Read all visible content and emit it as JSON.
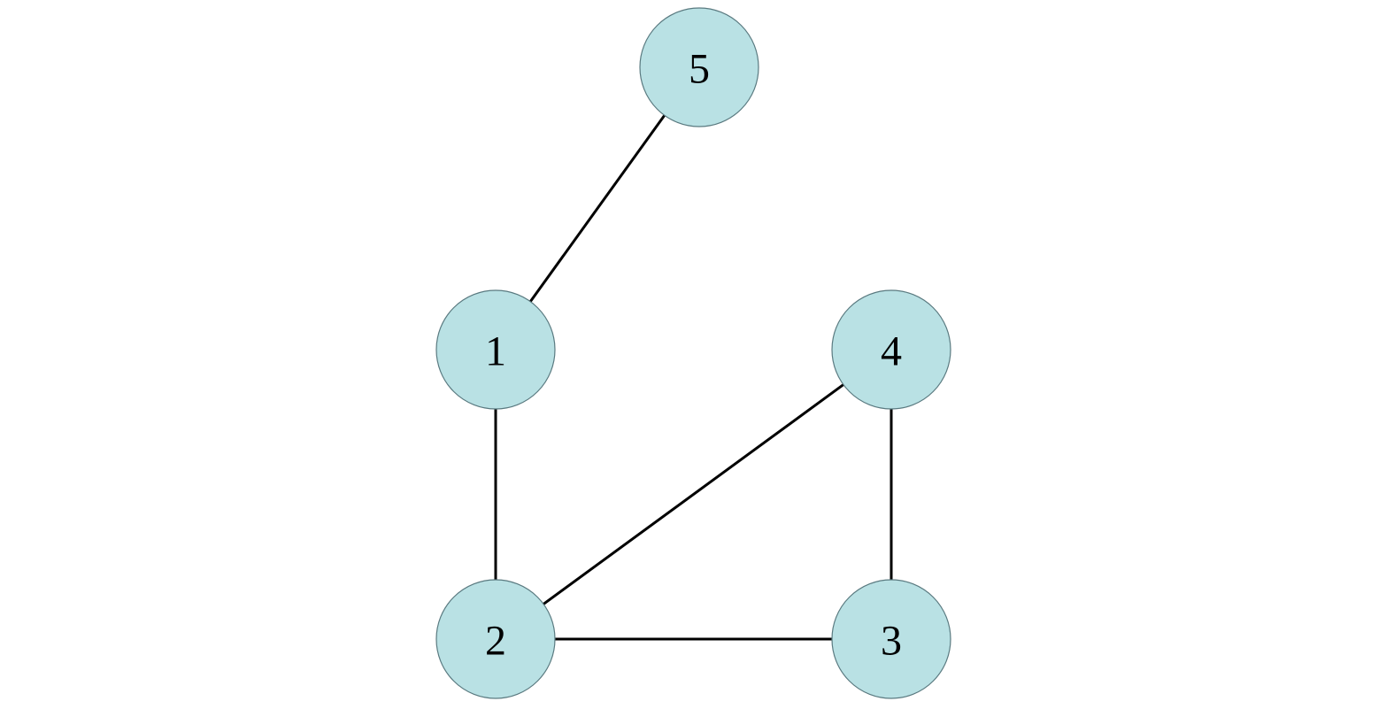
{
  "graph": {
    "nodes": [
      {
        "id": "1",
        "label": "1"
      },
      {
        "id": "2",
        "label": "2"
      },
      {
        "id": "3",
        "label": "3"
      },
      {
        "id": "4",
        "label": "4"
      },
      {
        "id": "5",
        "label": "5"
      }
    ],
    "edges": [
      {
        "from": "5",
        "to": "1"
      },
      {
        "from": "1",
        "to": "2"
      },
      {
        "from": "2",
        "to": "4"
      },
      {
        "from": "4",
        "to": "3"
      },
      {
        "from": "2",
        "to": "3"
      }
    ]
  },
  "colors": {
    "node_fill": "#b9e1e4",
    "node_stroke": "#5a7a80",
    "edge": "#000000",
    "label": "#000000"
  }
}
